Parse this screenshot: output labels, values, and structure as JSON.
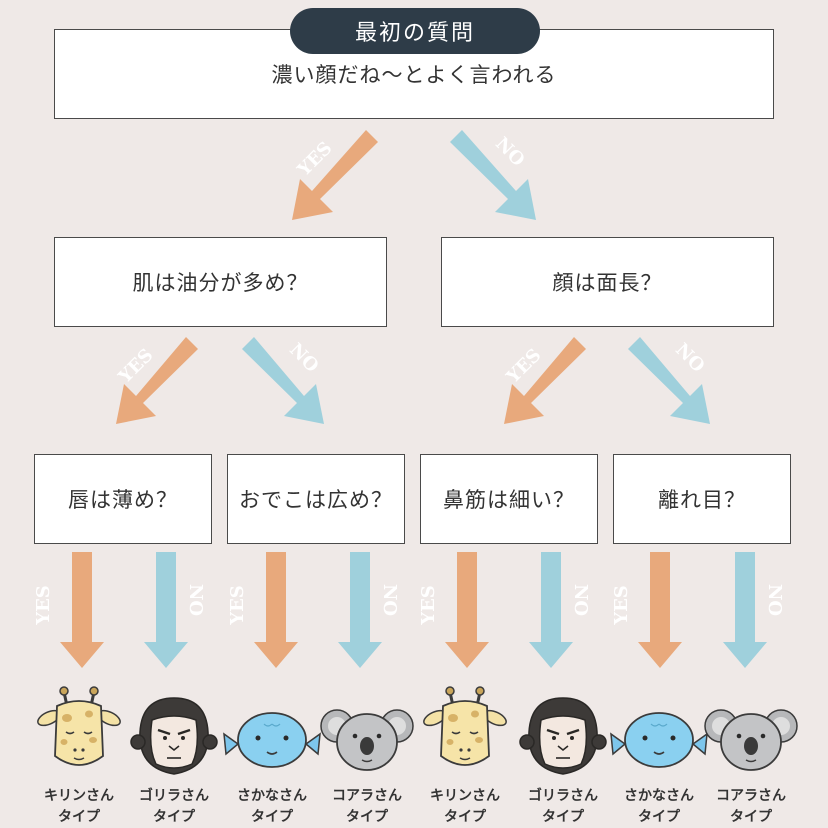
{
  "title_pill": "最初の質問",
  "q1": "濃い顔だね〜とよく言われる",
  "q2_left": "肌は油分が多め？",
  "q2_right": "顔は面長？",
  "q3": [
    "唇は薄め？",
    "おでこは広め？",
    "鼻筋は細い？",
    "離れ目？"
  ],
  "yes_label": "YES",
  "no_label": "NO",
  "results": [
    {
      "line1": "キリンさん",
      "line2": "タイプ",
      "icon": "giraffe-icon"
    },
    {
      "line1": "ゴリラさん",
      "line2": "タイプ",
      "icon": "gorilla-icon"
    },
    {
      "line1": "さかなさん",
      "line2": "タイプ",
      "icon": "fish-icon"
    },
    {
      "line1": "コアラさん",
      "line2": "タイプ",
      "icon": "koala-icon"
    },
    {
      "line1": "キリンさん",
      "line2": "タイプ",
      "icon": "giraffe-icon"
    },
    {
      "line1": "ゴリラさん",
      "line2": "タイプ",
      "icon": "gorilla-icon"
    },
    {
      "line1": "さかなさん",
      "line2": "タイプ",
      "icon": "fish-icon"
    },
    {
      "line1": "コアラさん",
      "line2": "タイプ",
      "icon": "koala-icon"
    }
  ],
  "colors": {
    "background": "#efe9e7",
    "yes_arrow": "#e8a97c",
    "no_arrow": "#9fd0dc",
    "pill": "#2e3c48"
  }
}
